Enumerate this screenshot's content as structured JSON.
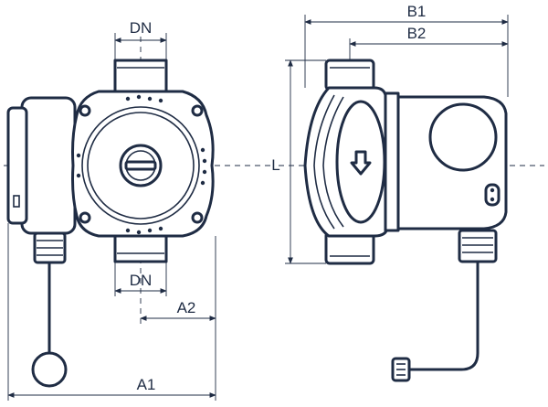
{
  "dimensions": {
    "dn_top": "DN",
    "dn_bottom": "DN",
    "a1": "A1",
    "a2": "A2",
    "b1": "B1",
    "b2": "B2",
    "l": "L"
  },
  "colors": {
    "line": "#1f2c44",
    "background": "#ffffff"
  }
}
